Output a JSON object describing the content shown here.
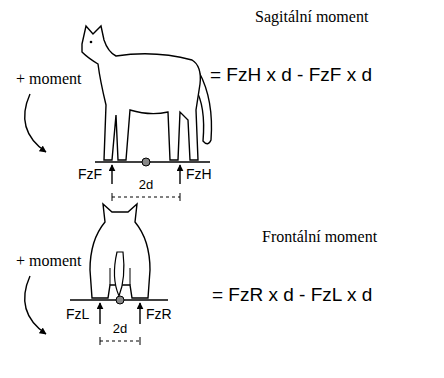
{
  "diagram": {
    "labels": [
      "Sagitální moment",
      "+ moment",
      "= FzH x d - FzF x d",
      "FzF",
      "FzH",
      "2d",
      "Frontální moment",
      "+ moment",
      "= FzR x d - FzL x d",
      "FzL",
      "FzR",
      "2d"
    ]
  }
}
